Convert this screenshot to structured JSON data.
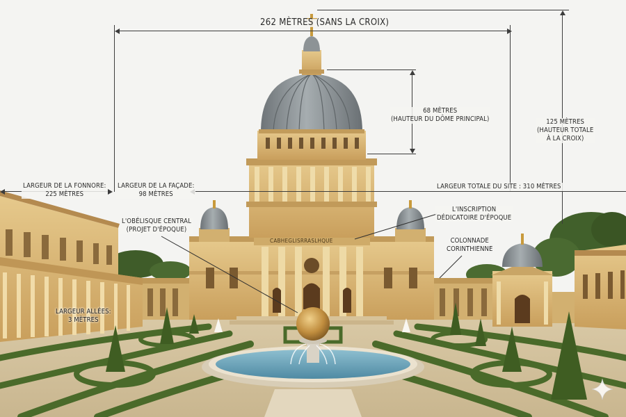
{
  "labels": {
    "overall_height": "262 MÈTRES",
    "overall_height_note": "(SANS LA CROIX)",
    "dome_height_value": "68 MÈTRES",
    "dome_height_desc": "(HAUTEUR DU DÔME PRINCIPAL)",
    "total_height_value": "125 MÈTRES",
    "total_height_desc_1": "(HAUTEUR TOTALE",
    "total_height_desc_2": "À LA CROIX)",
    "left_width_title": "LARGEUR DE LA FONNORE:",
    "left_width_value": "225 MÈTRES",
    "facade_width_title": "LARGEUR DE LA FAÇADE:",
    "facade_width_value": "98 MÈTRES",
    "site_width": "LARGEUR TOTALE DU SITE : 310 MÈTRES",
    "obelisk_1": "L'OBÉLISQUE CENTRAL",
    "obelisk_2": "(PROJET D'ÉPOQUE)",
    "inscription_1": "L'INSCRIPTION",
    "inscription_2": "DÉDICATOIRE D'ÉPOQUE",
    "colonnade_1": "COLONNADE",
    "colonnade_2": "CORINTHIENNE",
    "alleys_1": "LARGEUR ALLÉES:",
    "alleys_2": "3 MÈTRES",
    "frieze_inscription": "CABHEGLISRRASLHQUE"
  },
  "colors": {
    "sky": "#f4f4f2",
    "stone": "#d9b878",
    "stone_shadow": "#a9844a",
    "dome": "#8d9396",
    "hedge": "#4a6a2a",
    "water": "#6fa3b8",
    "annotation": "#3c3c3c"
  }
}
